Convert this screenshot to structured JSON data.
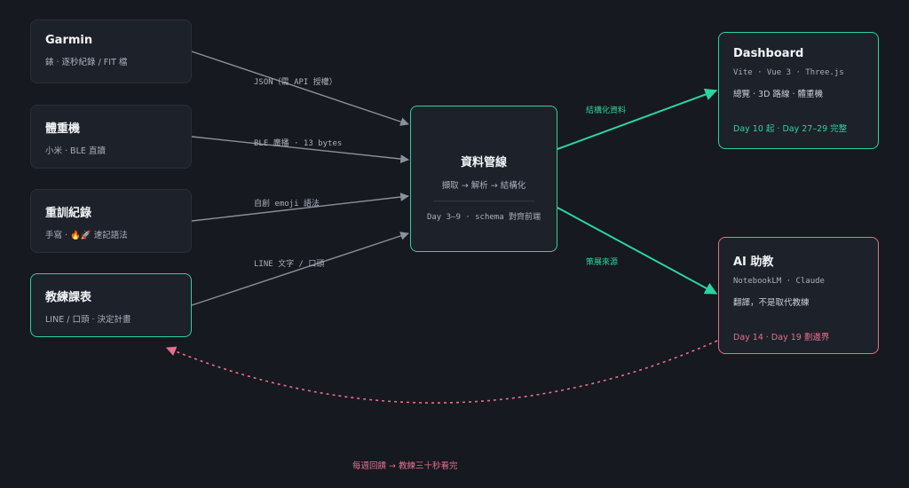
{
  "sources": [
    {
      "title": "Garmin",
      "subtitle": "錶 · 逐秒紀錄 / FIT 檔"
    },
    {
      "title": "體重機",
      "subtitle": "小米 · BLE 直讀"
    },
    {
      "title": "重訓紀錄",
      "subtitle": "手寫 · 🔥🚀 速記語法"
    },
    {
      "title": "教練課表",
      "subtitle": "LINE / 口頭 · 決定計畫"
    }
  ],
  "pipeline": {
    "title": "資料管線",
    "subtitle": "擷取 → 解析 → 結構化",
    "meta": "Day 3–9 · schema 對齊前端"
  },
  "outputs": {
    "dashboard": {
      "title": "Dashboard",
      "stack": "Vite · Vue 3 · Three.js",
      "desc": "總覽 · 3D 路線 · 體重機",
      "note": "Day 10 起 · Day 27–29 完整"
    },
    "ai": {
      "title": "AI 助教",
      "stack": "NotebookLM · Claude",
      "desc": "翻譯，不是取代教練",
      "note": "Day 14 · Day 19 劃邊界"
    }
  },
  "edge_labels": {
    "garmin": "JSON（需 API 授權）",
    "scale": "BLE 廣播 · 13 bytes",
    "training": "自創 emoji 語法",
    "coach": "LINE 文字 / 口頭",
    "to_dashboard": "結構化資料",
    "to_ai": "策展來源",
    "feedback": "每週回饋 → 教練三十秒看完"
  },
  "colors": {
    "background": "#16191f",
    "card": "#1d2129",
    "accent_green": "#2bd4a1",
    "accent_pink": "#e56f8e",
    "edge_gray": "#8a919d"
  }
}
